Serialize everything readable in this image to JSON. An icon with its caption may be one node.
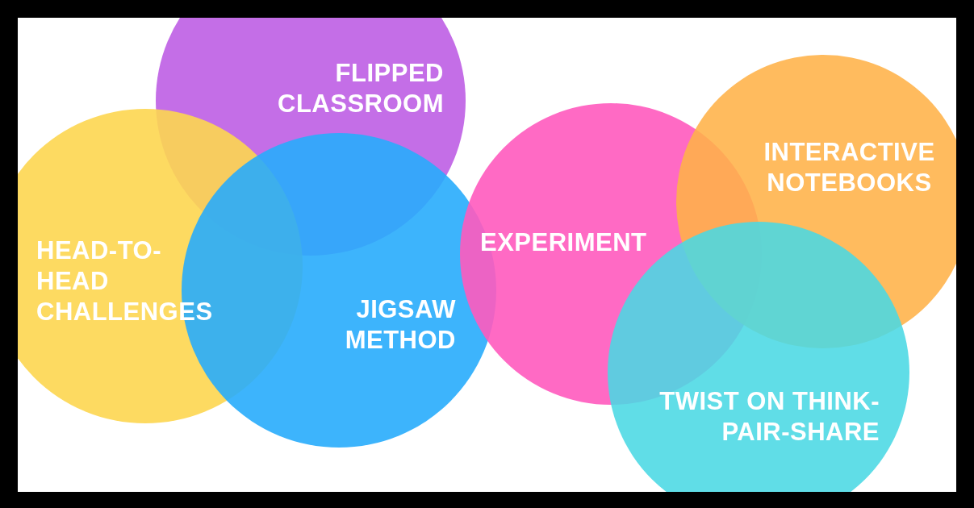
{
  "diagram": {
    "nodes": [
      {
        "text": [
          "FLIPPED CLASSROOM"
        ]
      },
      {
        "text": [
          "HEAD-TO-HEAD CHALLENGES"
        ]
      },
      {
        "text": [
          "JIGSAW METHOD"
        ]
      },
      {
        "text": [
          "EXPERIMENT"
        ]
      },
      {
        "text": [
          "INTERACTIVE NOTEBOOKS"
        ]
      },
      {
        "text": [
          "TWIST ON THINK-PAIR-SHARE"
        ]
      }
    ]
  }
}
